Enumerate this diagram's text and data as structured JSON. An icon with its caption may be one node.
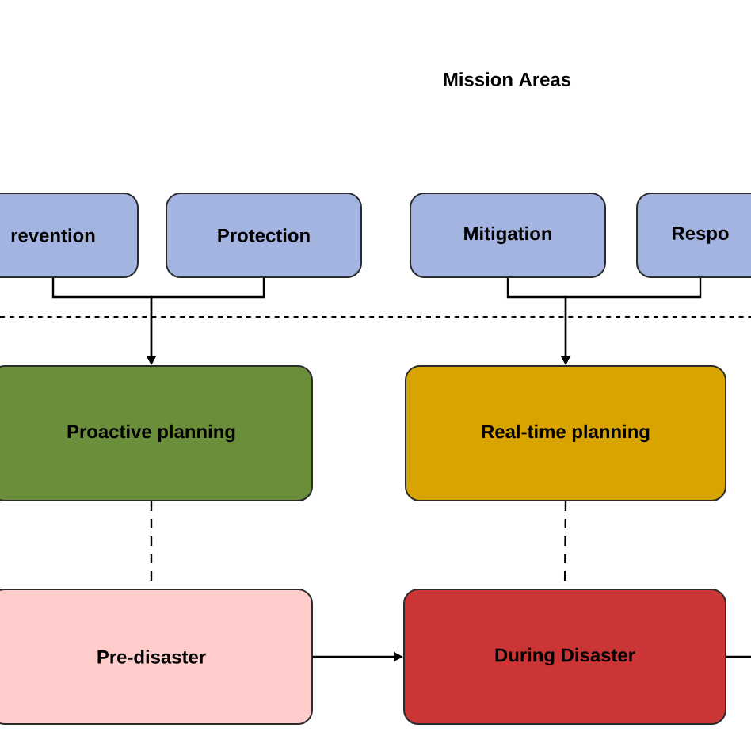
{
  "diagram": {
    "title": "Mission Areas",
    "nodes": [
      {
        "text": [
          "revention"
        ]
      },
      {
        "text": [
          "Protection"
        ]
      },
      {
        "text": [
          "Mitigation"
        ]
      },
      {
        "text": [
          "Respo"
        ]
      },
      {
        "text": [
          "Proactive planning"
        ]
      },
      {
        "text": [
          "Real-time planning"
        ]
      },
      {
        "text": [
          "Pre-disaster"
        ]
      },
      {
        "text": [
          "During Disaster"
        ]
      }
    ],
    "edges": [
      {
        "from": 0,
        "to": 4,
        "arrow": "to"
      },
      {
        "from": 1,
        "to": 4,
        "arrow": "to"
      },
      {
        "from": 2,
        "to": 5,
        "arrow": "to"
      },
      {
        "from": 3,
        "to": 5,
        "arrow": "to"
      },
      {
        "from": 4,
        "to": 6,
        "arrow": "none",
        "style": "dashed"
      },
      {
        "from": 5,
        "to": 7,
        "arrow": "none",
        "style": "dashed"
      },
      {
        "from": 6,
        "to": 7,
        "arrow": "to"
      },
      {
        "from": 7,
        "to": null,
        "arrow": "none"
      }
    ]
  }
}
